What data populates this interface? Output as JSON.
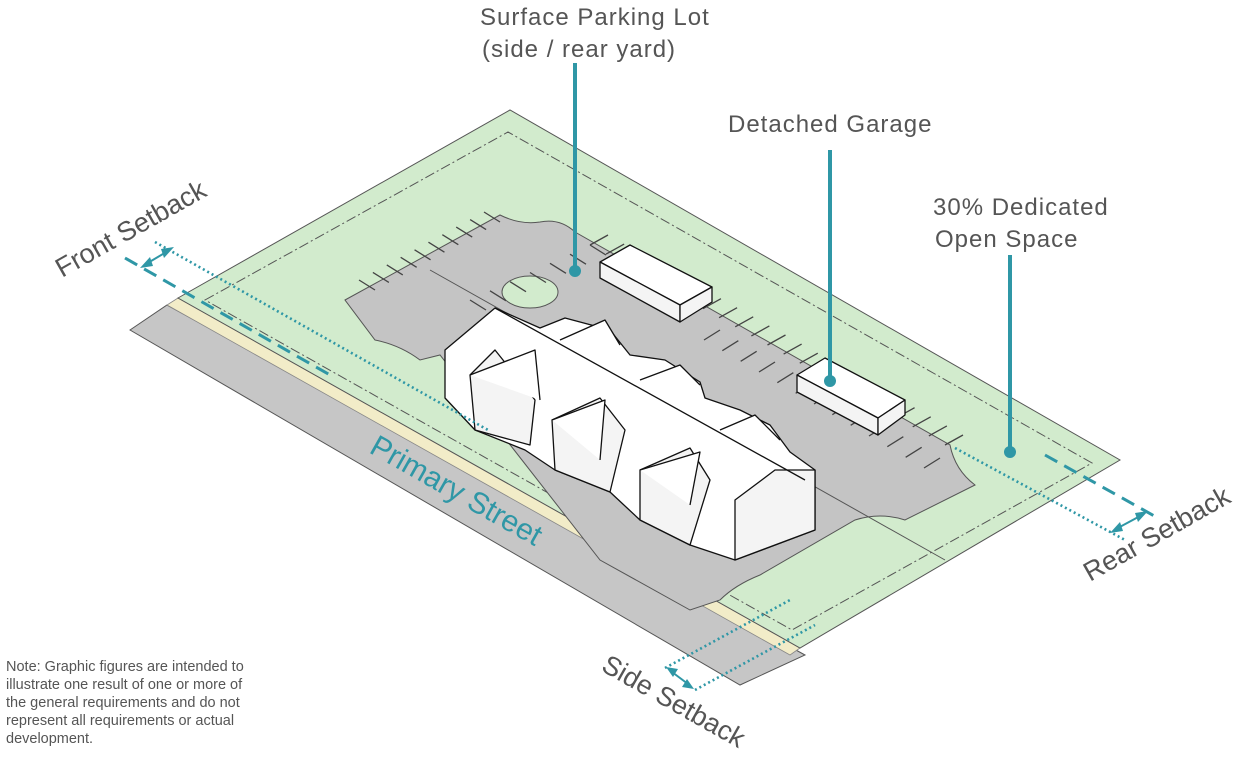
{
  "labels": {
    "parking_line1": "Surface Parking Lot",
    "parking_line2": "(side / rear yard)",
    "garage": "Detached Garage",
    "open_space_line1": "30% Dedicated",
    "open_space_line2": "Open Space",
    "front_setback": "Front Setback",
    "rear_setback": "Rear Setback",
    "side_setback": "Side Setback",
    "primary_street": "Primary Street"
  },
  "note": {
    "line1": "Note: Graphic figures are intended to",
    "line2": "illustrate one result of one or more of",
    "line3": "the general requirements and do not",
    "line4": "represent all requirements or actual",
    "line5": "development."
  },
  "colors": {
    "accent": "#2f97a6",
    "lot_green": "#d2ebcd",
    "pavement": "#c4c4c4",
    "text": "#555555"
  }
}
